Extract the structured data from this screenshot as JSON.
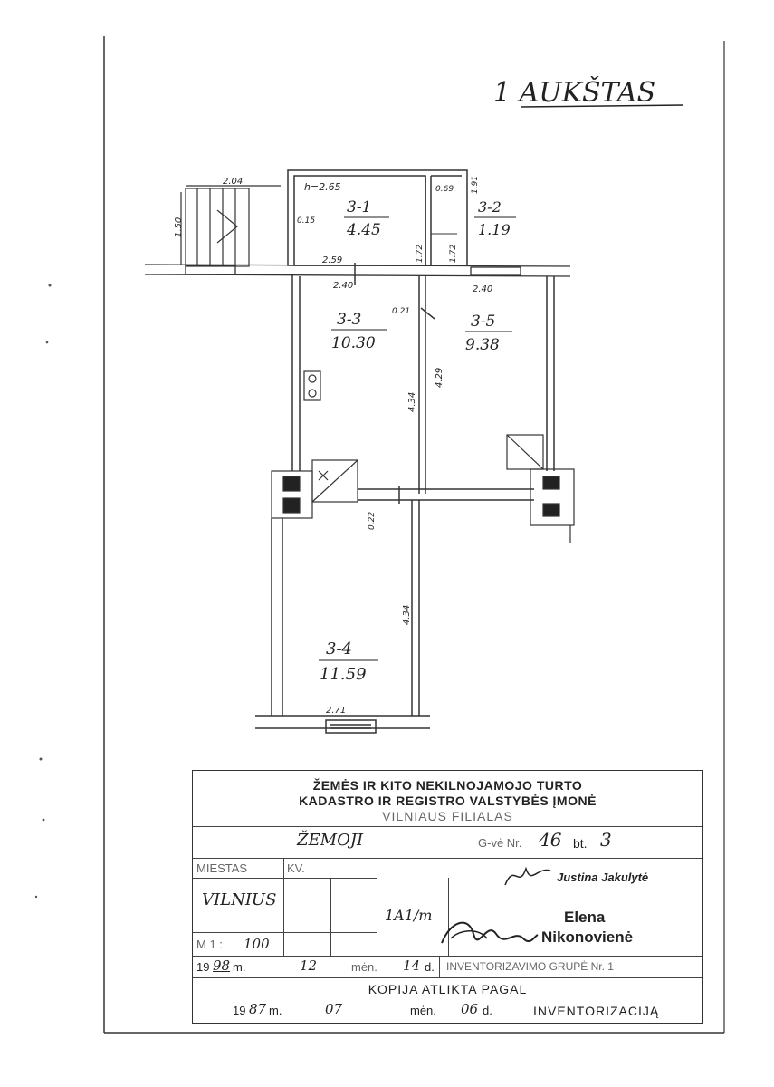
{
  "floor_title": "1 AUKŠTAS",
  "rooms": [
    {
      "id": "3-1",
      "area": "4.45"
    },
    {
      "id": "3-2",
      "area": "1.19"
    },
    {
      "id": "3-3",
      "area": "10.30"
    },
    {
      "id": "3-4",
      "area": "11.59"
    },
    {
      "id": "3-5",
      "area": "9.38"
    }
  ],
  "dimensions": {
    "stair_width": "2.04",
    "stair_length": "1.50",
    "ceiling_height": "h=2.65",
    "room31_partition": "0.15",
    "room31_height": "1.72",
    "room32_top": "0.69",
    "room32_side": "1.91",
    "room32_height": "1.72",
    "wall_top_a": "2.59",
    "wall_top_b": "2.40",
    "room35_top": "2.40",
    "door_gap": "0.21",
    "room33_length": "4.34",
    "room35_length": "4.29",
    "room34_gap": "0.22",
    "room34_length": "4.34",
    "room34_width": "2.71"
  },
  "stamp": {
    "org_line1": "ŽEMĖS IR KITO NEKILNOJAMOJO TURTO",
    "org_line2": "KADASTRO IR REGISTRO VALSTYBĖS ĮMONĖ",
    "org_line3": "VILNIAUS FILIALAS",
    "street": "ŽEMOJI",
    "house_label": "G-vė Nr.",
    "house_no": "46",
    "apt_label": "bt.",
    "apt_no": "3",
    "city_label": "MIESTAS",
    "city_value": "VILNIUS",
    "kv_label": "KV.",
    "scale_label": "M 1 :",
    "scale_value": "100",
    "sheet_ratio": "1A1/m",
    "signer1": "Justina Jakulytė",
    "signer2_first": "Elena",
    "signer2_last": "Nikonovienė",
    "date_prefix": "19",
    "date_year": "98",
    "date_year_suffix": "m.",
    "date_month": "12",
    "date_month_suffix": "mėn.",
    "date_day": "14",
    "date_day_suffix": "d.",
    "group": "INVENTORIZAVIMO GRUPĖ Nr. 1",
    "copy_line": "KOPIJA ATLIKTA PAGAL",
    "copy_prefix": "19",
    "copy_year": "87",
    "copy_year_suffix": "m.",
    "copy_month": "07",
    "copy_month_suffix": "mėn.",
    "copy_day": "06",
    "copy_day_suffix": "d.",
    "copy_basis": "INVENTORIZACIJĄ"
  }
}
